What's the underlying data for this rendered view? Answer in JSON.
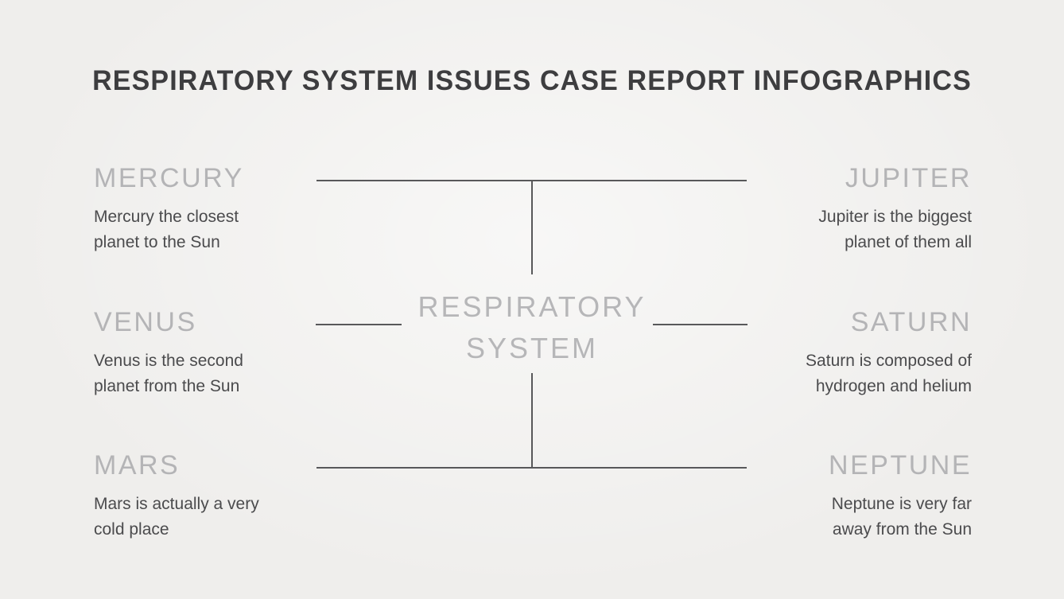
{
  "title": "RESPIRATORY SYSTEM ISSUES CASE REPORT INFOGRAPHICS",
  "center": {
    "label": "RESPIRATORY\nSYSTEM"
  },
  "left_items": [
    {
      "name": "MERCURY",
      "description": "Mercury the closest\nplanet to the Sun"
    },
    {
      "name": "VENUS",
      "description": "Venus is the second\nplanet from the Sun"
    },
    {
      "name": "MARS",
      "description": "Mars is actually a very\ncold place"
    }
  ],
  "right_items": [
    {
      "name": "JUPITER",
      "description": "Jupiter is the biggest\nplanet of them all"
    },
    {
      "name": "SATURN",
      "description": "Saturn is composed of\nhydrogen and helium"
    },
    {
      "name": "NEPTUNE",
      "description": "Neptune is very far\naway from the Sun"
    }
  ],
  "colors": {
    "background": "#efeeec",
    "title_text": "#3d3d3f",
    "heading_text": "#b4b4b6",
    "body_text": "#4b4b4d",
    "connector_line": "#58585a"
  }
}
